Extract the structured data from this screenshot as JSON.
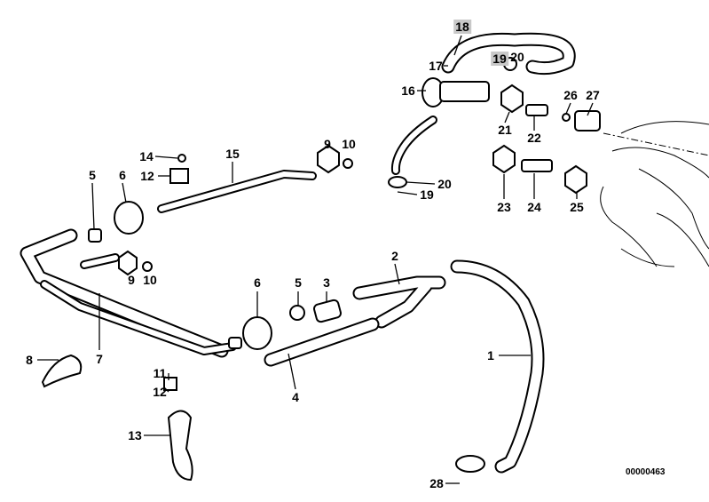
{
  "diagram": {
    "reference_number": "00000463",
    "highlighted": [
      "18",
      "19"
    ],
    "labels": [
      {
        "id": "18",
        "text": "18"
      },
      {
        "id": "17",
        "text": "17"
      },
      {
        "id": "19a",
        "text": "19"
      },
      {
        "id": "20a",
        "text": "20"
      },
      {
        "id": "16",
        "text": "16"
      },
      {
        "id": "26",
        "text": "26"
      },
      {
        "id": "27",
        "text": "27"
      },
      {
        "id": "21",
        "text": "21"
      },
      {
        "id": "22",
        "text": "22"
      },
      {
        "id": "9a",
        "text": "9"
      },
      {
        "id": "10a",
        "text": "10"
      },
      {
        "id": "14",
        "text": "14"
      },
      {
        "id": "15",
        "text": "15"
      },
      {
        "id": "12a",
        "text": "12"
      },
      {
        "id": "5a",
        "text": "5"
      },
      {
        "id": "6a",
        "text": "6"
      },
      {
        "id": "20b",
        "text": "20"
      },
      {
        "id": "19b",
        "text": "19"
      },
      {
        "id": "23",
        "text": "23"
      },
      {
        "id": "24",
        "text": "24"
      },
      {
        "id": "25",
        "text": "25"
      },
      {
        "id": "9b",
        "text": "9"
      },
      {
        "id": "10b",
        "text": "10"
      },
      {
        "id": "2",
        "text": "2"
      },
      {
        "id": "6b",
        "text": "6"
      },
      {
        "id": "5b",
        "text": "5"
      },
      {
        "id": "3",
        "text": "3"
      },
      {
        "id": "7",
        "text": "7"
      },
      {
        "id": "8",
        "text": "8"
      },
      {
        "id": "1",
        "text": "1"
      },
      {
        "id": "4",
        "text": "4"
      },
      {
        "id": "11",
        "text": "11"
      },
      {
        "id": "12b",
        "text": "12"
      },
      {
        "id": "13",
        "text": "13"
      },
      {
        "id": "28",
        "text": "28"
      }
    ]
  }
}
